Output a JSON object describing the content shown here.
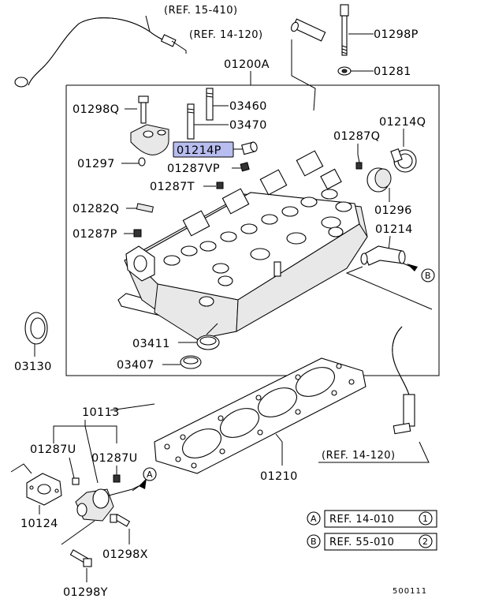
{
  "diagram": {
    "parts": {
      "p01298P": "01298P",
      "p01281": "01281",
      "p01200A": "01200A",
      "p01298Q": "01298Q",
      "p03460": "03460",
      "p03470": "03470",
      "p01214P": "01214P",
      "p01297": "01297",
      "p01287VP": "01287VP",
      "p01287T": "01287T",
      "p01287Q": "01287Q",
      "p01214Q": "01214Q",
      "p01296": "01296",
      "p01282Q": "01282Q",
      "p01287P": "01287P",
      "p01214": "01214",
      "p03411": "03411",
      "p03407": "03407",
      "p03130": "03130",
      "p10113": "10113",
      "p01287U_left": "01287U",
      "p01287U_right": "01287U",
      "p10124": "10124",
      "p01298X": "01298X",
      "p01298Y": "01298Y",
      "p01210": "01210"
    },
    "refs": {
      "ref_15_410": "(REF. 15-410)",
      "ref_14_120_top": "(REF. 14-120)",
      "ref_14_120_bottom": "(REF. 14-120)"
    },
    "markers": {
      "a": "A",
      "b": "B"
    },
    "legend": {
      "row_a": {
        "marker": "A",
        "text": "REF. 14-010",
        "num": "1"
      },
      "row_b": {
        "marker": "B",
        "text": "REF. 55-010",
        "num": "2"
      }
    },
    "diagram_code": "500111",
    "highlight_color": "#b8bdf0"
  }
}
